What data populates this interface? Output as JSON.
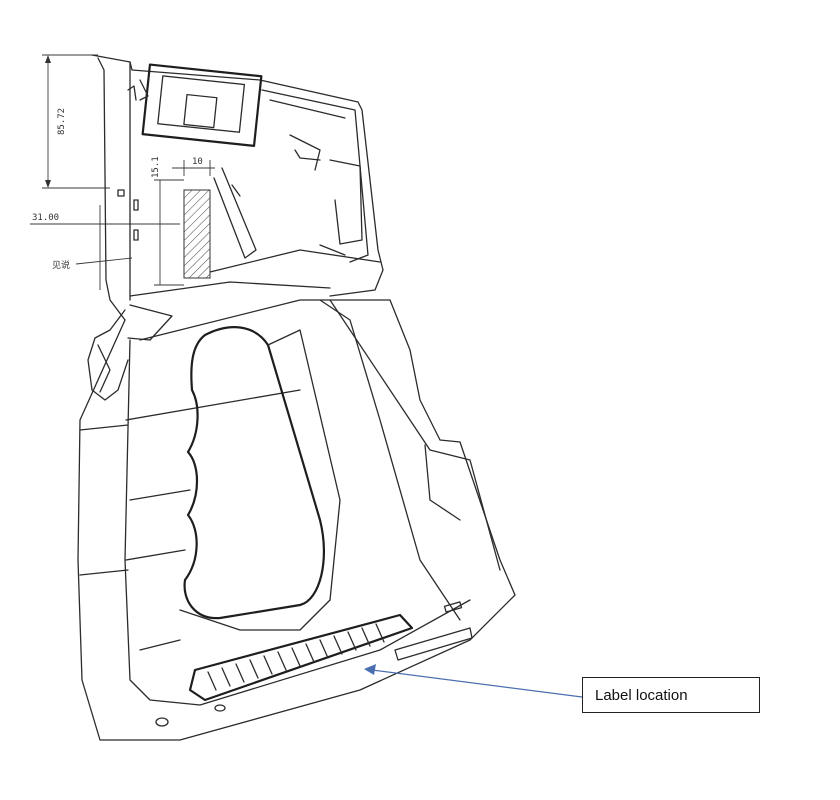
{
  "dimensions": {
    "height_label": "85.72",
    "offset_label": "31.00",
    "small_height_label": "15.1",
    "width_label": "10",
    "leader_label": "见说"
  },
  "callout": {
    "label": "Label location",
    "arrow_color": "#4a6fb0"
  }
}
